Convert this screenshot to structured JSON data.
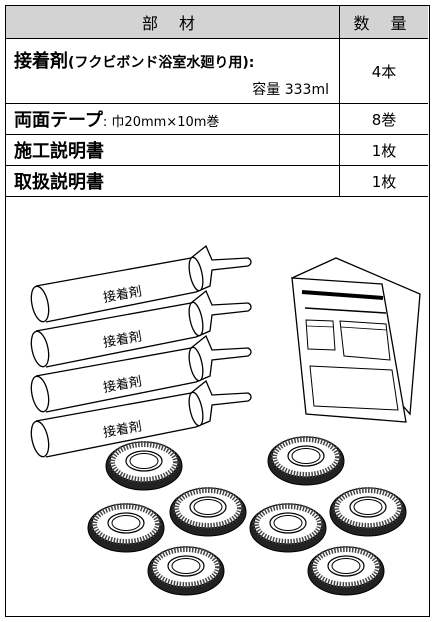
{
  "table": {
    "header": {
      "parts": "部 材",
      "quantity": "数 量"
    },
    "rows": [
      {
        "name": "接着剤",
        "paren": "(フクビボンド浴室水廻り用):",
        "spec": "容量 333ml",
        "qty": "4本"
      },
      {
        "name": "両面テープ",
        "spec": ": 巾20mm×10m巻",
        "qty": "8巻"
      },
      {
        "name": "施工説明書",
        "qty": "1枚"
      },
      {
        "name": "取扱説明書",
        "qty": "1枚"
      }
    ]
  },
  "illustration": {
    "tube_label": "接着剤",
    "tube_count": 4,
    "tape_roll_count": 8,
    "manual_count": 1
  }
}
